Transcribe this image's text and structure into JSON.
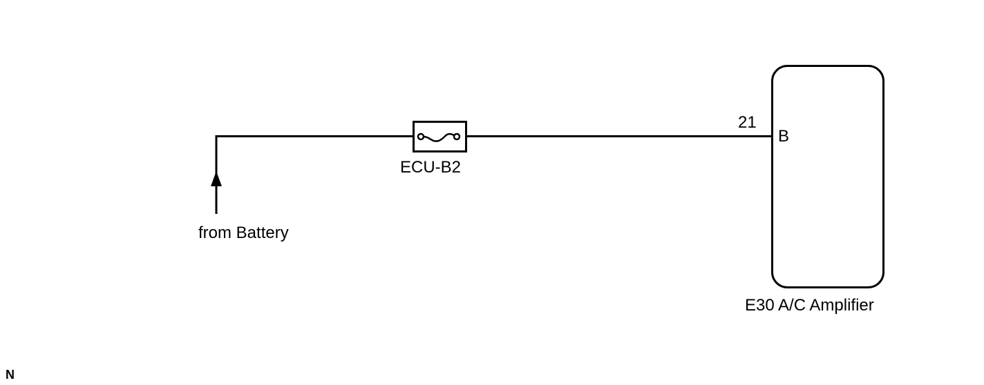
{
  "diagram": {
    "source_label": "from Battery",
    "fuse_label": "ECU-B2",
    "pin_number": "21",
    "terminal_label": "B",
    "component_label": "E30 A/C Amplifier",
    "corner_mark": "N"
  }
}
